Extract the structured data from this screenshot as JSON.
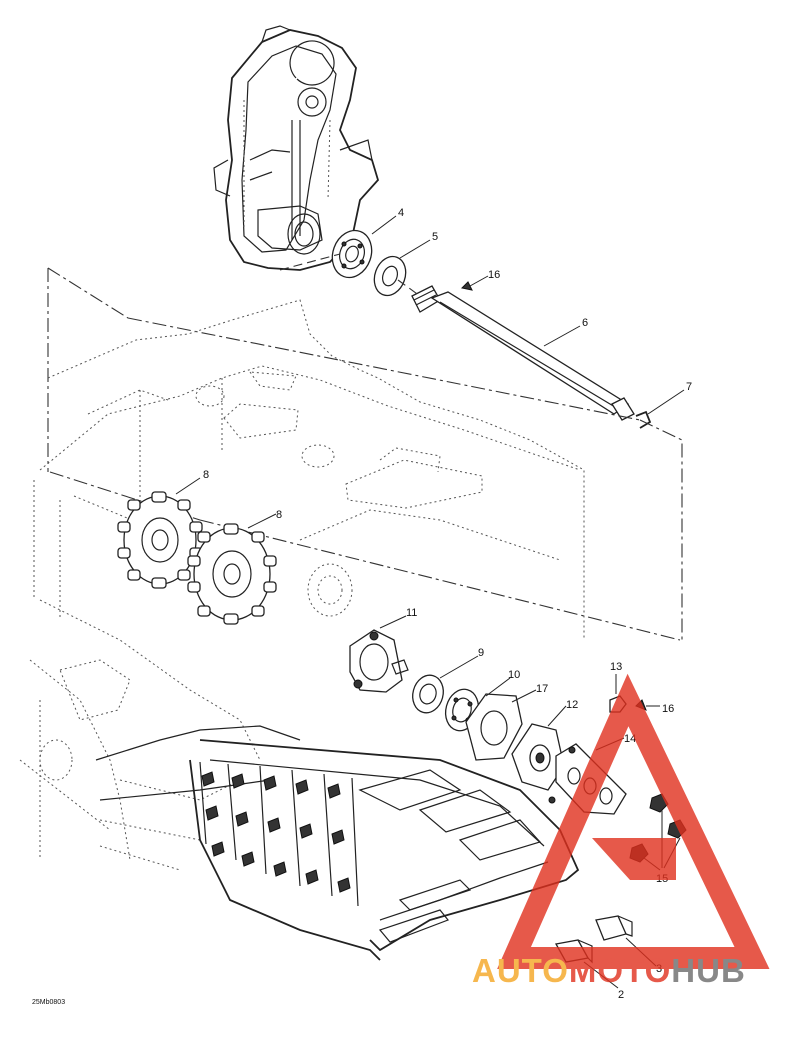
{
  "callouts": {
    "c2": "2",
    "c3": "3",
    "c4": "4",
    "c5": "5",
    "c6": "6",
    "c7": "7",
    "c8a": "8",
    "c8b": "8",
    "c9": "9",
    "c10": "10",
    "c11": "11",
    "c12": "12",
    "c13": "13",
    "c14": "14",
    "c15": "15",
    "c16a": "16",
    "c16b": "16",
    "c17": "17"
  },
  "figure_code": "25Mb0803",
  "watermark": {
    "part1": "AUTO",
    "part2": "MOTO",
    "part3": "HUB",
    "color_orange": "#f5a623",
    "color_red": "#e0301e",
    "color_gray": "#6b6b6b"
  }
}
